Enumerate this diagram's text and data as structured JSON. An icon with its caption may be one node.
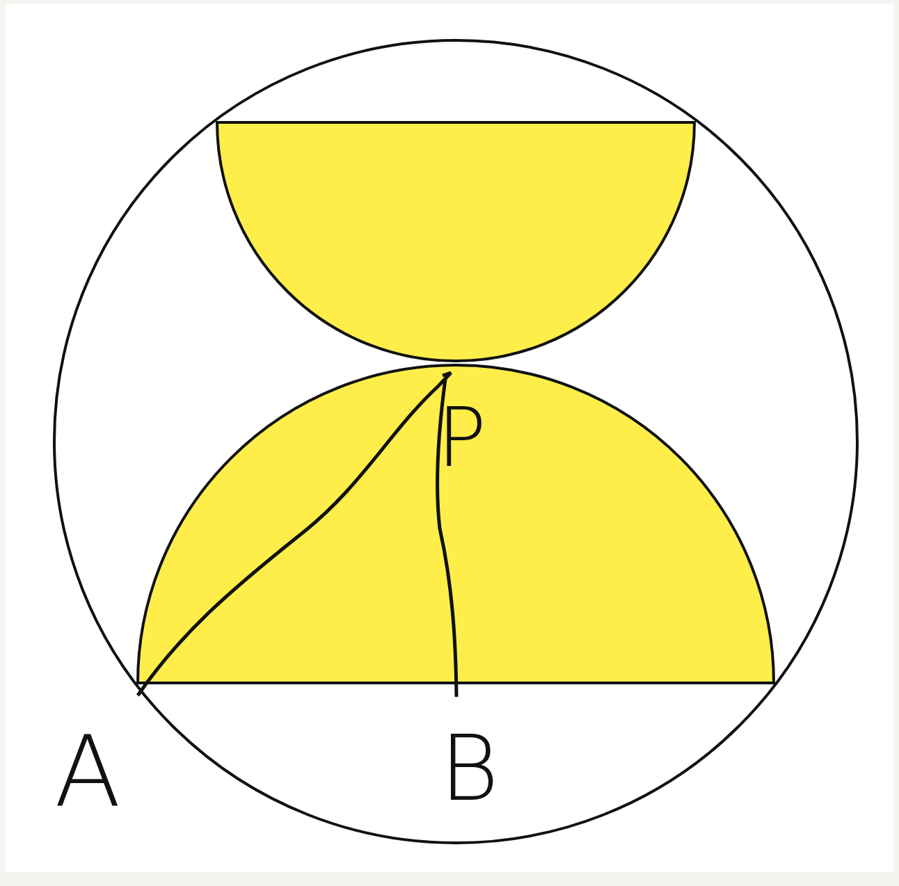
{
  "diagram": {
    "labels": [
      "P",
      "A",
      "B"
    ]
  }
}
